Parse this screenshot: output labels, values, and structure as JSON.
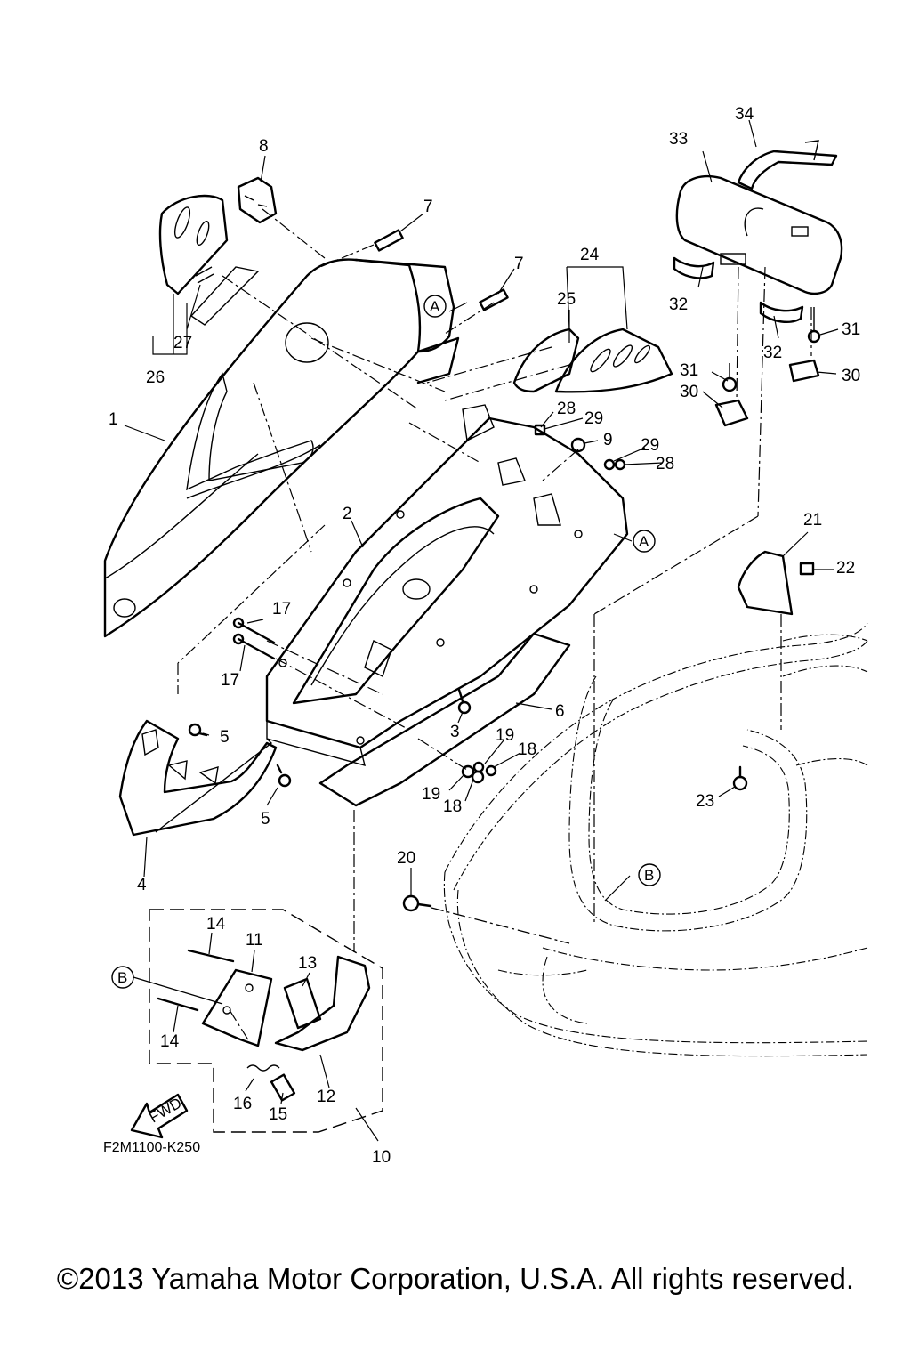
{
  "diagram": {
    "code": "F2M1100-K250",
    "copyright": "©2013 Yamaha Motor Corporation, U.S.A. All rights reserved.",
    "fwd_label": "FWD",
    "callouts": [
      {
        "id": "c1",
        "text": "1"
      },
      {
        "id": "c2",
        "text": "2"
      },
      {
        "id": "c3",
        "text": "3"
      },
      {
        "id": "c4",
        "text": "4"
      },
      {
        "id": "c5a",
        "text": "5"
      },
      {
        "id": "c5b",
        "text": "5"
      },
      {
        "id": "c6",
        "text": "6"
      },
      {
        "id": "c7a",
        "text": "7"
      },
      {
        "id": "c7b",
        "text": "7"
      },
      {
        "id": "c8",
        "text": "8"
      },
      {
        "id": "c9",
        "text": "9"
      },
      {
        "id": "c10",
        "text": "10"
      },
      {
        "id": "c11",
        "text": "11"
      },
      {
        "id": "c12",
        "text": "12"
      },
      {
        "id": "c13",
        "text": "13"
      },
      {
        "id": "c14a",
        "text": "14"
      },
      {
        "id": "c14b",
        "text": "14"
      },
      {
        "id": "c15",
        "text": "15"
      },
      {
        "id": "c16",
        "text": "16"
      },
      {
        "id": "c17a",
        "text": "17"
      },
      {
        "id": "c17b",
        "text": "17"
      },
      {
        "id": "c18a",
        "text": "18"
      },
      {
        "id": "c18b",
        "text": "18"
      },
      {
        "id": "c19a",
        "text": "19"
      },
      {
        "id": "c19b",
        "text": "19"
      },
      {
        "id": "c20",
        "text": "20"
      },
      {
        "id": "c21",
        "text": "21"
      },
      {
        "id": "c22",
        "text": "22"
      },
      {
        "id": "c23",
        "text": "23"
      },
      {
        "id": "c24",
        "text": "24"
      },
      {
        "id": "c25",
        "text": "25"
      },
      {
        "id": "c26",
        "text": "26"
      },
      {
        "id": "c27",
        "text": "27"
      },
      {
        "id": "c28a",
        "text": "28"
      },
      {
        "id": "c28b",
        "text": "28"
      },
      {
        "id": "c29a",
        "text": "29"
      },
      {
        "id": "c29b",
        "text": "29"
      },
      {
        "id": "c30a",
        "text": "30"
      },
      {
        "id": "c30b",
        "text": "30"
      },
      {
        "id": "c31a",
        "text": "31"
      },
      {
        "id": "c31b",
        "text": "31"
      },
      {
        "id": "c32a",
        "text": "32"
      },
      {
        "id": "c32b",
        "text": "32"
      },
      {
        "id": "c33",
        "text": "33"
      },
      {
        "id": "c34",
        "text": "34"
      }
    ],
    "reference_letters": [
      {
        "id": "ra1",
        "text": "A"
      },
      {
        "id": "ra2",
        "text": "A"
      },
      {
        "id": "rb1",
        "text": "B"
      },
      {
        "id": "rb2",
        "text": "B"
      }
    ]
  }
}
